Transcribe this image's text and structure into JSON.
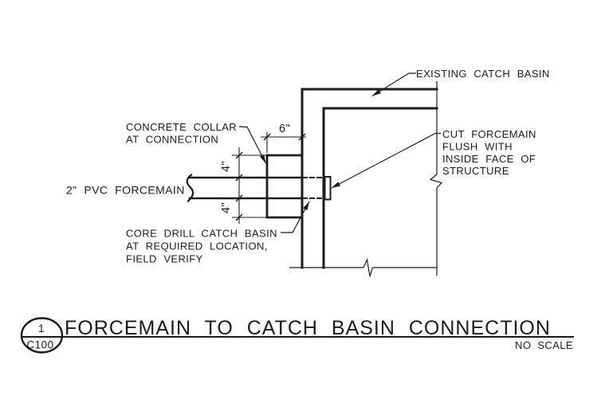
{
  "annotations": {
    "existing_catch_basin": "EXISTING CATCH BASIN",
    "concrete_collar": [
      "CONCRETE COLLAR",
      "AT CONNECTION"
    ],
    "pvc_forcemain": "2\" PVC FORCEMAIN",
    "cut_forcemain": [
      "CUT FORCEMAIN",
      "FLUSH WITH",
      "INSIDE FACE OF",
      "STRUCTURE"
    ],
    "core_drill": [
      "CORE DRILL CATCH BASIN",
      "AT REQUIRED LOCATION,",
      "FIELD VERIFY"
    ]
  },
  "dimensions": {
    "collar_width": "6\"",
    "collar_above_pipe": "4\"",
    "collar_below_pipe": "4\""
  },
  "title_block": {
    "detail_number": "1",
    "sheet_number": "C100",
    "title": "FORCEMAIN TO CATCH BASIN CONNECTION",
    "scale_note": "NO SCALE"
  },
  "colors": {
    "ink": "#1b1b1b",
    "background": "#ffffff"
  }
}
